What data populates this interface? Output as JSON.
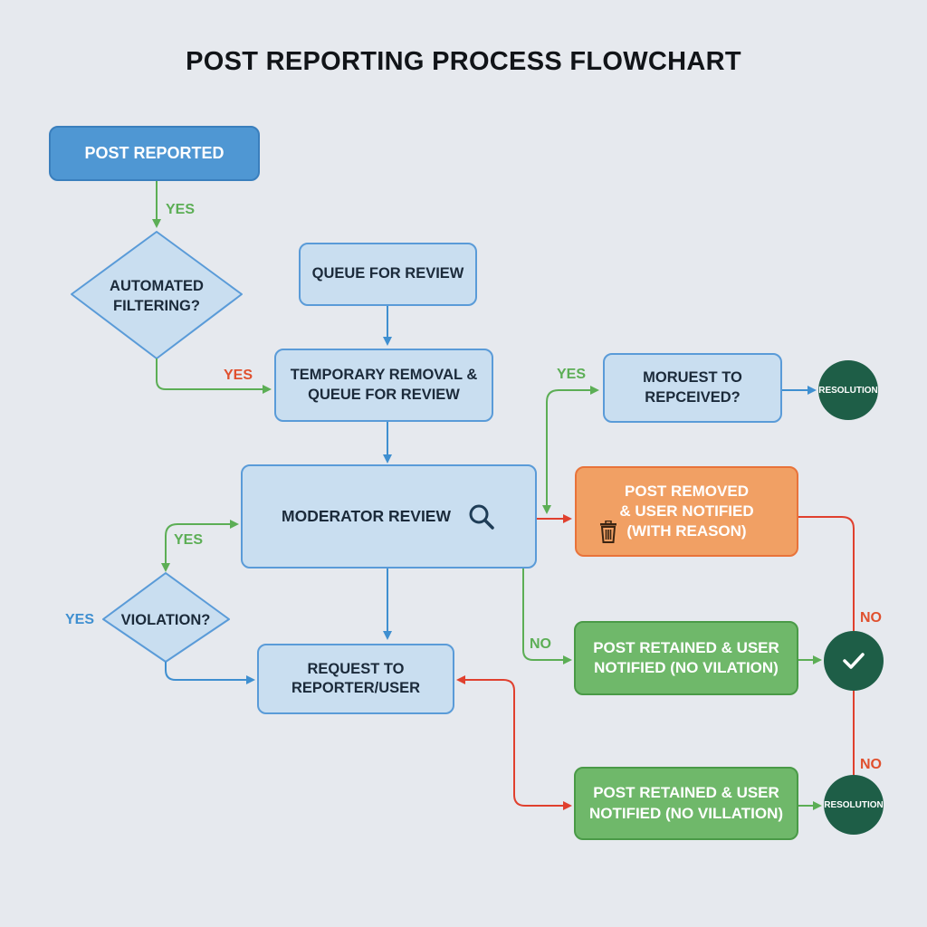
{
  "title": "POST REPORTING PROCESS FLOWCHART",
  "nodes": {
    "post_reported": "POST REPORTED",
    "automated_filtering": [
      "AUTOMATED",
      "FILTERING?"
    ],
    "queue_for_review": "QUEUE FOR REVIEW",
    "temporary_removal": [
      "TEMPORARY REMOVAL &",
      "QUEUE FOR REVIEW"
    ],
    "moderator_review": "MODERATOR REVIEW",
    "request_received": [
      "MORUEST TO",
      "REPCEIVED?"
    ],
    "resolution_top": "RESOLUTION",
    "post_removed": [
      "POST REMOVED",
      "& USER NOTIFIED",
      "(WITH REASON)"
    ],
    "violation": "VIOLATION?",
    "request_to_reporter": [
      "REQUEST TO",
      "REPORTER/USER"
    ],
    "post_retained_1": [
      "POST RETAINED & USER",
      "NOTIFIED (NO VILATION)"
    ],
    "post_retained_2": [
      "POST RETAINED & USER",
      "NOTIFIED (NO VILLATION)"
    ],
    "resolution_bottom": "RESOLUTION"
  },
  "edge_labels": {
    "reported_to_filter": "YES",
    "filter_to_temp": "YES",
    "to_request_received": "YES",
    "to_violation": "YES",
    "violation_left": "YES",
    "review_to_retained": "NO",
    "right_upper": "NO",
    "right_lower": "NO"
  },
  "icons": {
    "search": "search-icon",
    "trash": "trash-icon",
    "check": "check-icon"
  },
  "colors": {
    "background": "#e6e9ee",
    "process_fill": "#c9def0",
    "process_border": "#5a9bd8",
    "start_fill": "#4f97d3",
    "removed_fill": "#f1a064",
    "retained_fill": "#6fb86a",
    "resolution_fill": "#1e5e47",
    "edge_green": "#5cae55",
    "edge_red": "#e0402e",
    "edge_blue": "#3f8fd0"
  }
}
